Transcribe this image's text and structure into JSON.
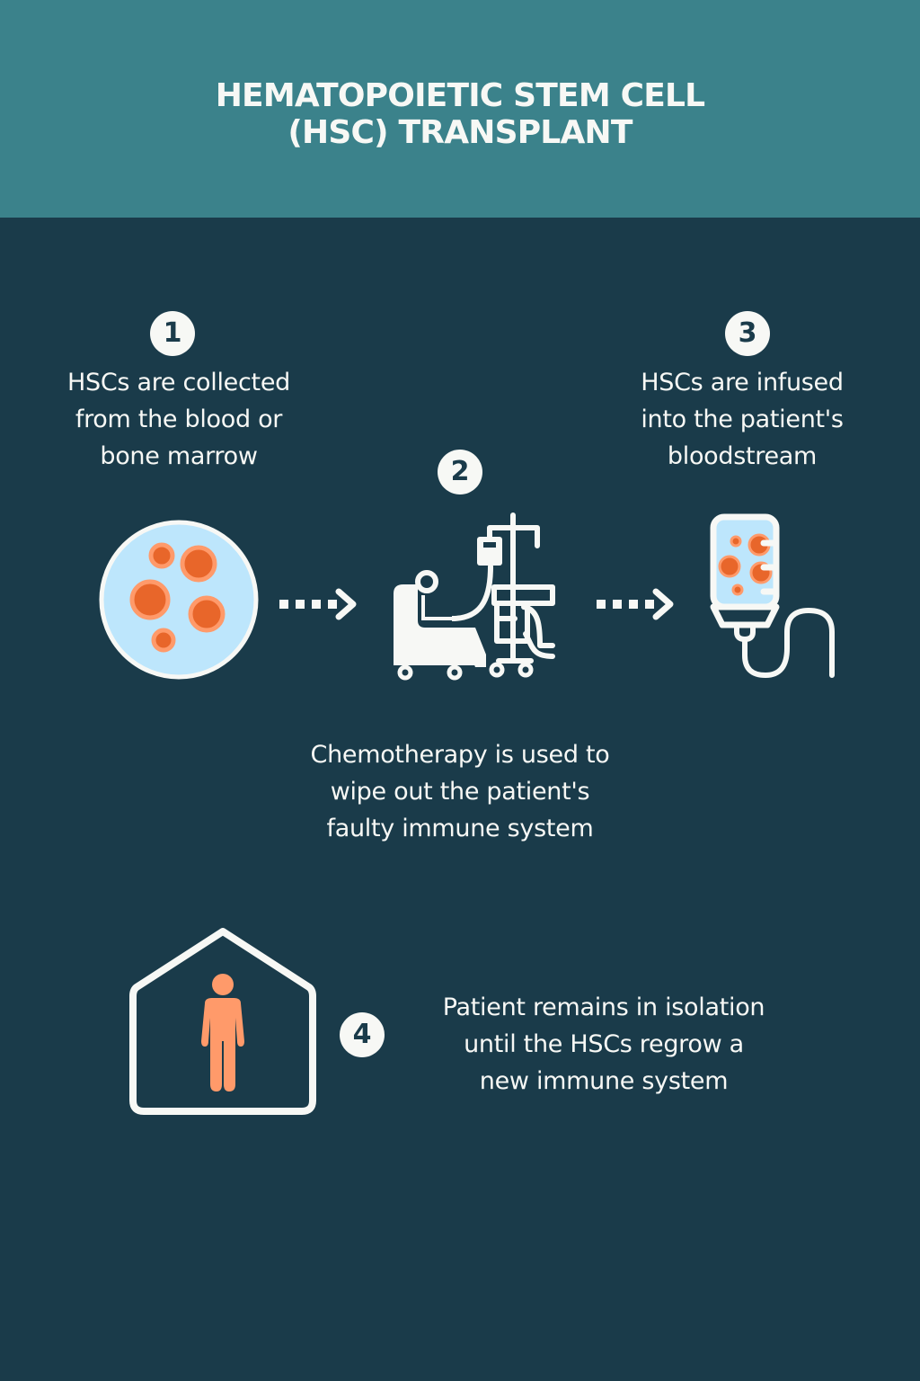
{
  "header": {
    "title_line1": "HEMATOPOIETIC STEM CELL",
    "title_line2": "(HSC) TRANSPLANT"
  },
  "colors": {
    "header_bg": "#3b828b",
    "body_bg": "#1a3b4a",
    "foreground": "#f7f8f5",
    "cell_fill": "#e8662a",
    "cell_ring": "#ff9a6a",
    "plasma": "#bde6fc",
    "person": "#ff9a6a"
  },
  "steps": [
    {
      "number": "1",
      "icon": "blood-cells-dish-icon",
      "lines": [
        "HSCs are collected",
        "from the blood or",
        "bone marrow"
      ]
    },
    {
      "number": "2",
      "icon": "chemotherapy-chair-iv-icon",
      "lines": [
        "Chemotherapy is used to",
        "wipe out the patient's",
        "faulty immune system"
      ]
    },
    {
      "number": "3",
      "icon": "iv-bag-icon",
      "lines": [
        "HSCs are infused",
        "into the patient's",
        "bloodstream"
      ]
    },
    {
      "number": "4",
      "icon": "person-in-house-icon",
      "lines": [
        "Patient remains in isolation",
        "until the HSCs regrow a",
        "new immune system"
      ]
    }
  ],
  "connectors": [
    {
      "from": "1",
      "to": "2",
      "icon": "dotted-arrow-right-icon"
    },
    {
      "from": "2",
      "to": "3",
      "icon": "dotted-arrow-right-icon"
    }
  ]
}
